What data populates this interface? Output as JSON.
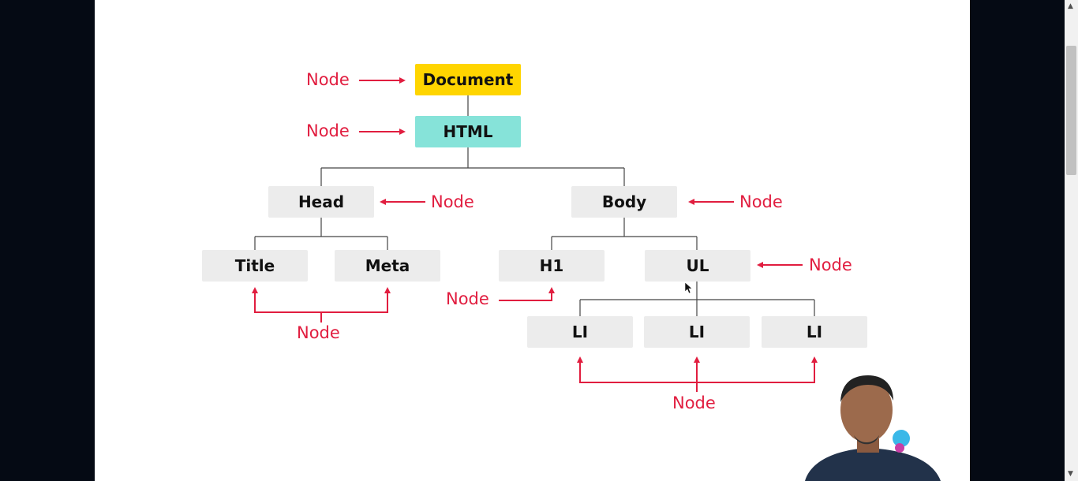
{
  "diagram": {
    "nodes": {
      "document": "Document",
      "html": "HTML",
      "head": "Head",
      "body": "Body",
      "title": "Title",
      "meta": "Meta",
      "h1": "H1",
      "ul": "UL",
      "li1": "LI",
      "li2": "LI",
      "li3": "LI"
    },
    "labels": {
      "document_node": "Node",
      "html_node": "Node",
      "head_node": "Node",
      "body_node": "Node",
      "title_meta_node": "Node",
      "h1_node": "Node",
      "ul_node": "Node",
      "li_node": "Node"
    }
  },
  "colors": {
    "document_fill": "#ffd500",
    "html_fill": "#86e3d9",
    "node_fill": "#ececec",
    "annotation": "#e11d3f",
    "connector": "#444444",
    "background": "#ffffff"
  }
}
